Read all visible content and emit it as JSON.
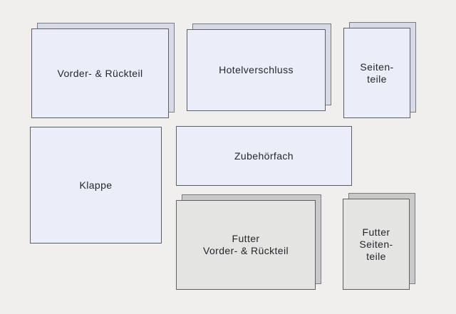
{
  "diagram": {
    "background_color": "#f0efed",
    "colors": {
      "outer_fabric_fill": "#e9eef9",
      "outer_fabric_back_sheet_fill": "#d7dbe6",
      "lining_fill": "#e4e4e3",
      "lining_back_sheet_fill": "#c9c9c9",
      "outline": "#5d5f66",
      "text": "#26262c"
    }
  },
  "pieces": [
    {
      "label": "Vorder- & Rückteil"
    },
    {
      "label": "Hotelverschluss"
    },
    {
      "label": "Seiten-\nteile"
    },
    {
      "label": "Klappe"
    },
    {
      "label": "Zubehörfach"
    },
    {
      "label": "Futter\nVorder- & Rückteil"
    },
    {
      "label": "Futter\nSeiten-\nteile"
    }
  ]
}
